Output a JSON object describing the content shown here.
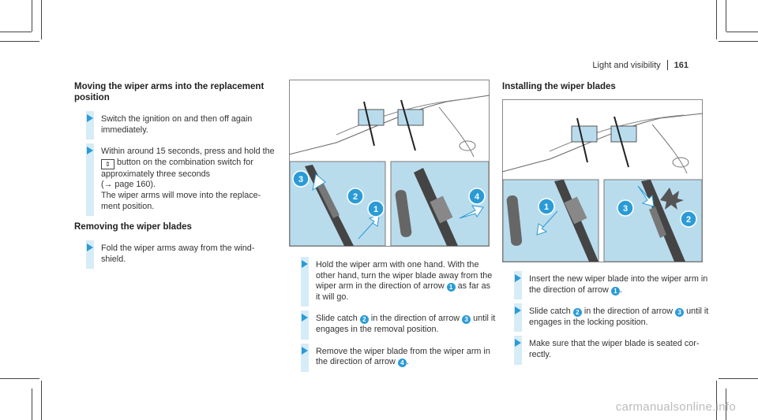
{
  "header": {
    "section": "Light and visibility",
    "page": "161"
  },
  "col1": {
    "heading": "Moving the wiper arms into the replacement position",
    "step1": "Switch the ignition on and then off again immediately.",
    "step2a": "Within around 15 seconds, press and hold the",
    "step2b": "button on the combination switch for approximately three seconds",
    "step2c": "(→ page 160).",
    "step2d": "The wiper arms will move into the replace-ment position.",
    "heading2": "Removing the wiper blades",
    "step3": "Fold the wiper arms away from the wind-shield."
  },
  "col2": {
    "step1a": "Hold the wiper arm with one hand. With the other hand, turn the wiper blade away from the wiper arm in the direction of arrow",
    "step1b": "as far as it will go.",
    "step2a": "Slide catch",
    "step2b": "in the direction of arrow",
    "step2c": "until it engages in the removal position.",
    "step3a": "Remove the wiper blade from the wiper arm in the direction of arrow",
    "step3b": "."
  },
  "col3": {
    "heading": "Installing the wiper blades",
    "step1a": "Insert the new wiper blade into the wiper arm in the direction of arrow",
    "step1b": ".",
    "step2a": "Slide catch",
    "step2b": "in the direction of arrow",
    "step2c": "until it engages in the locking position.",
    "step3": "Make sure that the wiper blade is seated cor-rectly."
  },
  "numbers": {
    "n1": "1",
    "n2": "2",
    "n3": "3",
    "n4": "4"
  },
  "figure_labels": {
    "a": "3",
    "b": "2",
    "c": "1",
    "d": "4",
    "e": "1",
    "f": "3",
    "g": "2"
  },
  "watermark": "carmanualsonline.info",
  "colors": {
    "accent": "#2a9bd7",
    "panel": "#b9dced",
    "step_bar": "#d6ecf7"
  }
}
